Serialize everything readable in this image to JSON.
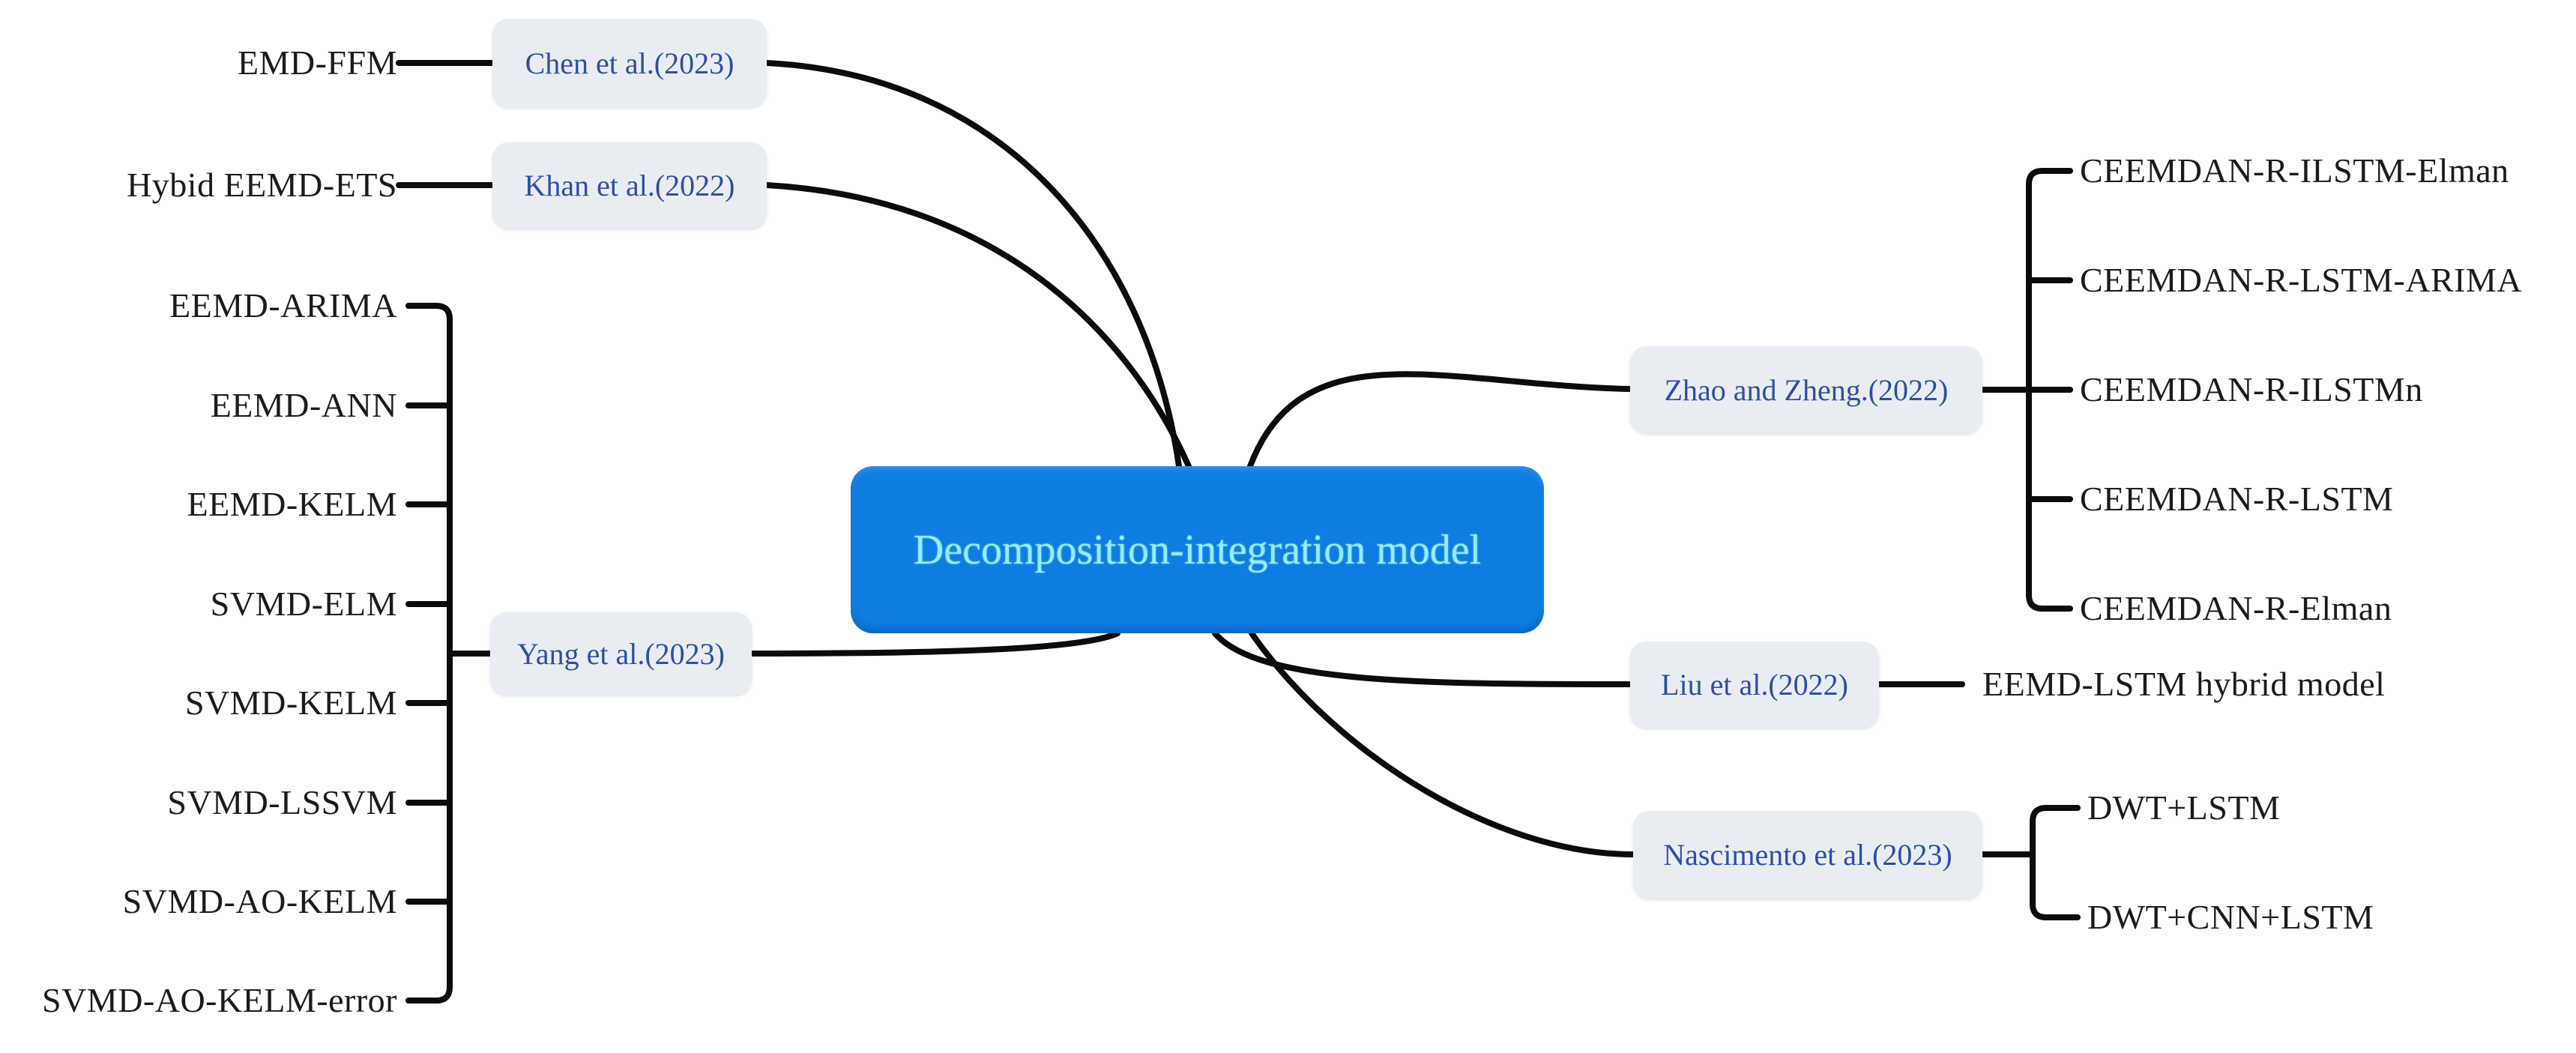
{
  "figure": {
    "title": "Decomposition-integration model",
    "type": "mind-map"
  },
  "palette": {
    "canvas_bg": "#ffffff",
    "root_bg": "#0e7de2",
    "root_text": "#8feef9",
    "author_bg": "#e9edf2",
    "author_text": "#2d4fa1",
    "leaf_text": "#1b1b1b",
    "line": "#0b0b0b"
  },
  "branches": [
    {
      "author": "Chen et al.(2023)",
      "side": "left",
      "models": [
        "EMD-FFM"
      ]
    },
    {
      "author": "Khan et al.(2022)",
      "side": "left",
      "models": [
        "Hybid EEMD-ETS"
      ]
    },
    {
      "author": "Yang et al.(2023)",
      "side": "left",
      "models": [
        "EEMD-ARIMA",
        "EEMD-ANN",
        "EEMD-KELM",
        "SVMD-ELM",
        "SVMD-KELM",
        "SVMD-LSSVM",
        "SVMD-AO-KELM",
        "SVMD-AO-KELM-error"
      ]
    },
    {
      "author": "Zhao and Zheng.(2022)",
      "side": "right",
      "models": [
        "CEEMDAN-R-ILSTM-Elman",
        "CEEMDAN-R-LSTM-ARIMA",
        "CEEMDAN-R-ILSTMn",
        "CEEMDAN-R-LSTM",
        "CEEMDAN-R-Elman"
      ]
    },
    {
      "author": "Liu et al.(2022)",
      "side": "right",
      "models": [
        "EEMD-LSTM hybrid model"
      ]
    },
    {
      "author": "Nascimento et al.(2023)",
      "side": "right",
      "models": [
        "DWT+LSTM",
        "DWT+CNN+LSTM"
      ]
    }
  ]
}
